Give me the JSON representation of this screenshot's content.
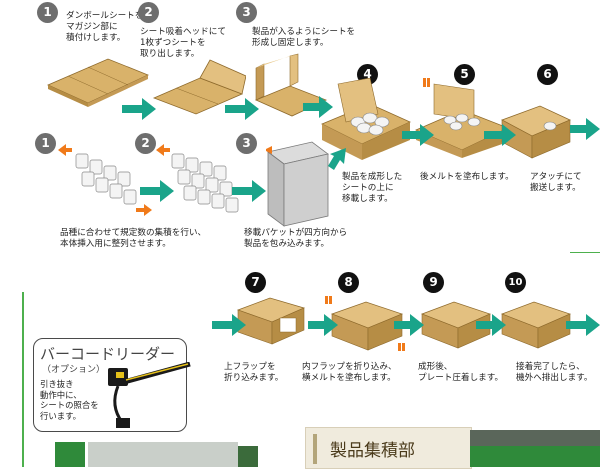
{
  "colors": {
    "arrow_green": "#1aa48a",
    "cardboard": "#d9b26a",
    "cardboard_dark": "#b68d45",
    "badge_gray": "#6e6e6e",
    "badge_black": "#111111",
    "rule_green": "#4db04d",
    "marker_orange": "#f07a1a"
  },
  "top_row": {
    "steps": [
      {
        "num": "1",
        "caption": "ダンボールシートを\nマガジン部に\n積付けします。"
      },
      {
        "num": "2",
        "caption": "シート吸着ヘッドにて\n1枚ずつシートを\n取り出します。"
      },
      {
        "num": "3",
        "caption": "製品が入るようにシートを\n形成し固定します。"
      },
      {
        "num": "4",
        "caption": "製品を成形した\nシートの上に\n移載します。"
      },
      {
        "num": "5",
        "caption": "後メルトを塗布します。"
      },
      {
        "num": "6",
        "caption": "アタッチにて\n搬送します。"
      }
    ]
  },
  "middle_row": {
    "steps": [
      {
        "num": "1",
        "caption": "品種に合わせて規定数の集積を行い、\n本体挿入用に整列させます。"
      },
      {
        "num": "2",
        "caption": ""
      },
      {
        "num": "3",
        "caption": "移載パケットが四方向から\n製品を包み込みます。"
      }
    ]
  },
  "bottom_row": {
    "steps": [
      {
        "num": "7",
        "caption": "上フラップを\n折り込みます。"
      },
      {
        "num": "8",
        "caption": "内フラップを折り込み、\n横メルトを塗布します。"
      },
      {
        "num": "9",
        "caption": "成形後、\nプレート圧着します。"
      },
      {
        "num": "10",
        "caption": "接着完了したら、\n機外へ排出します。"
      }
    ]
  },
  "barcode": {
    "title": "バーコードリーダー",
    "option": "（オプション）",
    "description": "引き抜き\n動作中に、\nシートの照合を\n行います。"
  },
  "section": {
    "title": "製品集積部"
  }
}
